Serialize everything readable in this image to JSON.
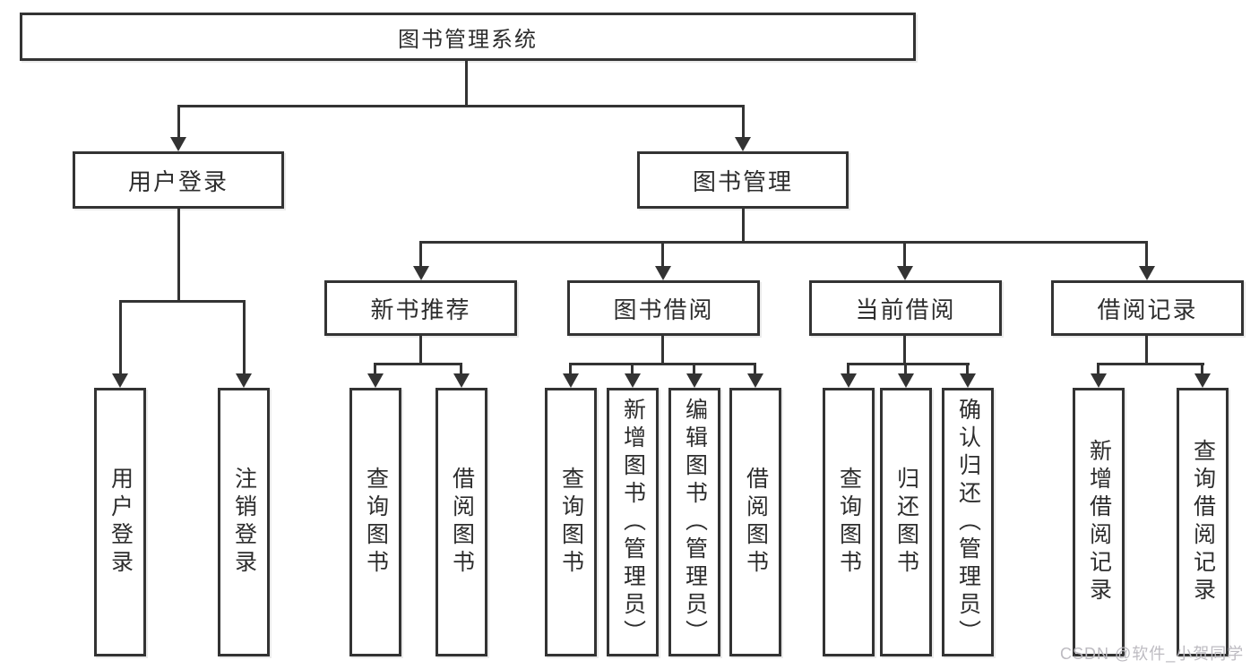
{
  "tree": {
    "root": {
      "label": "图书管理系统"
    },
    "branches": [
      {
        "label": "用户登录",
        "children": [
          {
            "label": "用户登录"
          },
          {
            "label": "注销登录"
          }
        ]
      },
      {
        "label": "图书管理",
        "children": [
          {
            "label": "新书推荐",
            "children": [
              {
                "label": "查询图书"
              },
              {
                "label": "借阅图书"
              }
            ]
          },
          {
            "label": "图书借阅",
            "children": [
              {
                "label": "查询图书"
              },
              {
                "label": "新增图书（管理员）"
              },
              {
                "label": "编辑图书（管理员）"
              },
              {
                "label": "借阅图书"
              }
            ]
          },
          {
            "label": "当前借阅",
            "children": [
              {
                "label": "查询图书"
              },
              {
                "label": "归还图书"
              },
              {
                "label": "确认归还（管理员）"
              }
            ]
          },
          {
            "label": "借阅记录",
            "children": [
              {
                "label": "新增借阅记录"
              },
              {
                "label": "查询借阅记录"
              }
            ]
          }
        ]
      }
    ]
  },
  "watermark": {
    "text": "CSDN @软件_小贺同学"
  },
  "colors": {
    "line": "#333333",
    "text": "#2d2d2d",
    "background": "#ffffff",
    "watermark": "#bdbbc1"
  }
}
